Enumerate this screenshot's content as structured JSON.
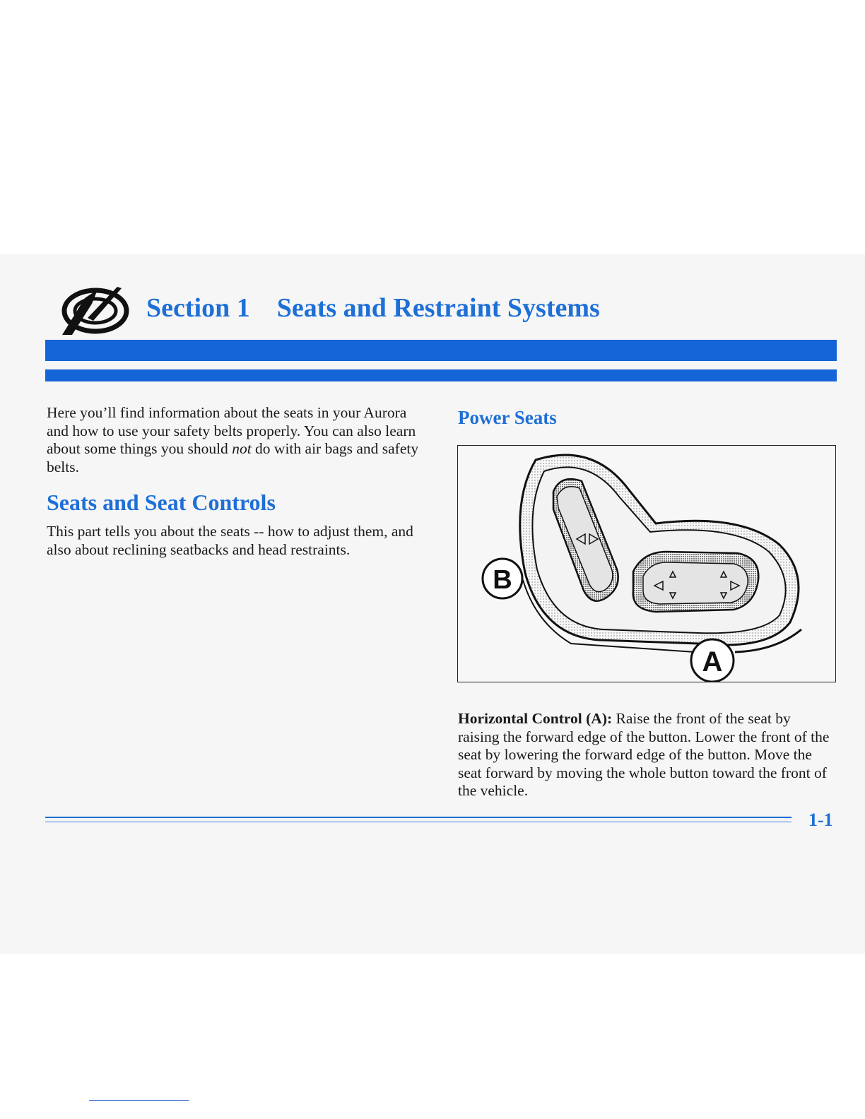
{
  "header": {
    "logo_icon": "oldsmobile-rocket-logo-icon",
    "section_label": "Section 1",
    "section_title": "Seats and Restraint Systems",
    "accent_color": "#1565d8"
  },
  "intro": {
    "before_emphasis": "Here you’ll find information about the seats in your Aurora and how to use your safety belts properly. You can also learn about some things you should ",
    "emphasis": "not",
    "after_emphasis": " do with air bags and safety belts."
  },
  "seats_section": {
    "heading": "Seats and Seat Controls",
    "text": "This part tells you about the seats -- how to adjust them, and also about reclining seatbacks and head restraints."
  },
  "power_seats": {
    "heading": "Power Seats",
    "figure": {
      "label_a": "A",
      "label_b": "B",
      "icon": "power-seat-control-illustration"
    },
    "caption_term": "Horizontal Control (A):",
    "caption_text": " Raise the front of the seat by raising the forward edge of the button. Lower the front of the seat by lowering the forward edge of the button. Move the seat forward by moving the whole button toward the front of the vehicle."
  },
  "footer": {
    "page_number": "1-1"
  }
}
